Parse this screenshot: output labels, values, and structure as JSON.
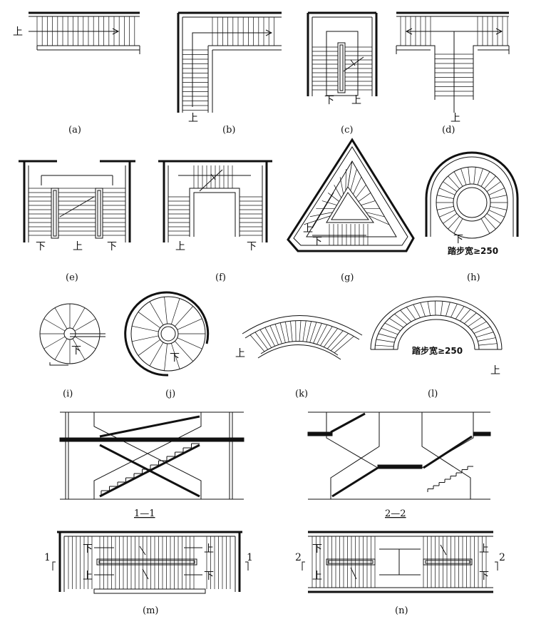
{
  "figure": {
    "captions": {
      "a": "(a)",
      "b": "(b)",
      "c": "(c)",
      "d": "(d)",
      "e": "(e)",
      "f": "(f)",
      "g": "(g)",
      "h": "(h)",
      "i": "(i)",
      "j": "(j)",
      "k": "(k)",
      "l": "(l)",
      "m": "(m)",
      "n": "(n)"
    },
    "labels": {
      "up": "上",
      "down": "下",
      "tread_width": "踏步宽≥250",
      "section_1": "1—1",
      "section_2": "2—2",
      "mark_1": "1",
      "mark_2": "2"
    }
  }
}
